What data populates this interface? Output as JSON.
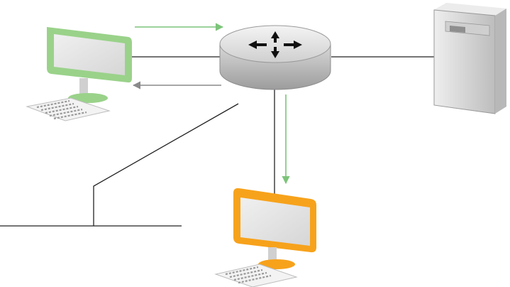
{
  "diagram": {
    "nodes": [
      {
        "id": "workstation-green",
        "kind": "desktop-computer",
        "accent": "#9ad28a"
      },
      {
        "id": "router",
        "kind": "router",
        "icon": "router-arrows-icon"
      },
      {
        "id": "server",
        "kind": "tower-server"
      },
      {
        "id": "workstation-orange",
        "kind": "desktop-computer",
        "accent": "#f7a21b"
      },
      {
        "id": "lan-segment",
        "kind": "network-segment"
      }
    ],
    "links": [
      {
        "from": "workstation-green",
        "to": "router"
      },
      {
        "from": "router",
        "to": "server"
      },
      {
        "from": "router",
        "to": "workstation-orange"
      },
      {
        "from": "router",
        "to": "lan-segment"
      }
    ],
    "flows": [
      {
        "from": "workstation-green",
        "to": "router",
        "color": "#7cc47a"
      },
      {
        "from": "router",
        "to": "workstation-green",
        "color": "#8a8a8a"
      },
      {
        "from": "router",
        "to": "workstation-orange",
        "color": "#7cc47a"
      }
    ]
  },
  "colors": {
    "green_flow": "#7cc47a",
    "gray_flow": "#8a8a8a",
    "link": "#222222",
    "green_bezel": "#9ad28a",
    "orange_bezel": "#f7a21b",
    "screen": "#e4e4e4",
    "router_body": "#c9c9c9",
    "server_body": "#d8d8d8"
  }
}
